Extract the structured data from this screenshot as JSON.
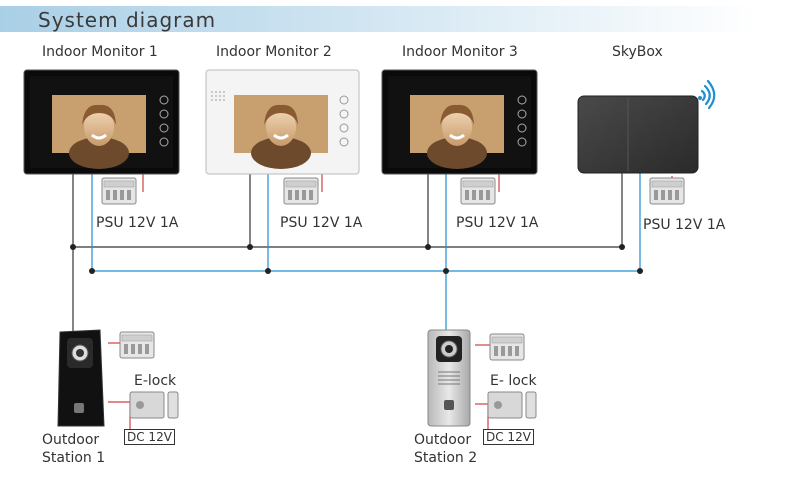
{
  "title": "System diagram",
  "monitors": [
    {
      "label": "Indoor Monitor 1",
      "psu": "PSU 12V 1A"
    },
    {
      "label": "Indoor Monitor 2",
      "psu": "PSU 12V 1A"
    },
    {
      "label": "Indoor Monitor 3",
      "psu": "PSU 12V 1A"
    }
  ],
  "skybox": {
    "label": "SkyBox",
    "psu": "PSU 12V 1A",
    "icon": "wifi-icon"
  },
  "stations": [
    {
      "line1": "Outdoor",
      "line2": "Station 1",
      "lock": "E-lock",
      "power": "DC 12V"
    },
    {
      "line1": "Outdoor",
      "line2": "Station 2",
      "lock": "E- lock",
      "power": "DC 12V"
    }
  ],
  "colors": {
    "bus_black": "#333333",
    "bus_blue": "#1e90d0",
    "power_red": "#d04040"
  }
}
